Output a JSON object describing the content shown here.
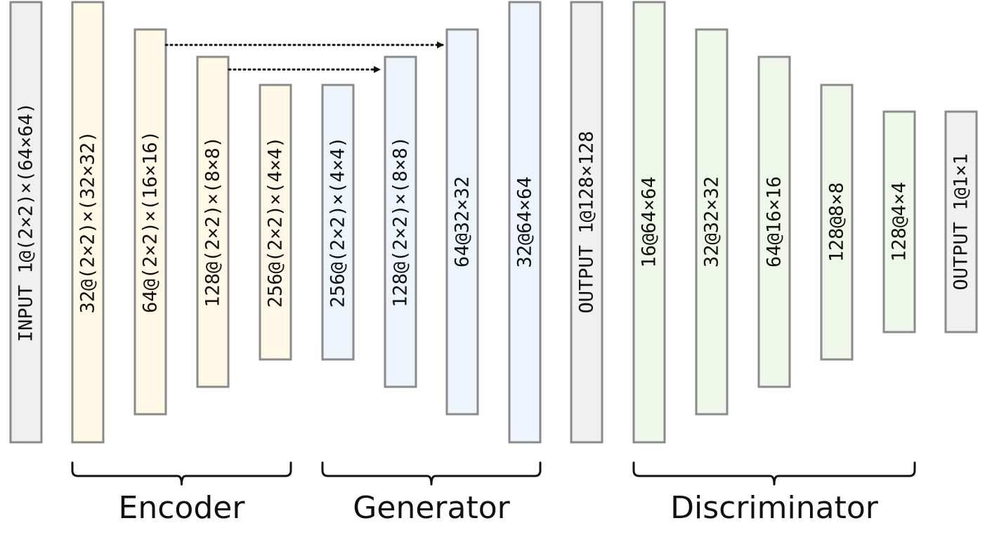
{
  "layers": [
    {
      "label": "INPUT 1@(2×2)×(64×64)",
      "color": "#f0f0f0"
    },
    {
      "label": "32@(2×2)×(32×32)",
      "color": "#fff8e6"
    },
    {
      "label": "64@(2×2)×(16×16)",
      "color": "#fff8e6"
    },
    {
      "label": "128@(2×2)×(8×8)",
      "color": "#fff8e6"
    },
    {
      "label": "256@(2×2)×(4×4)",
      "color": "#fff8e6"
    },
    {
      "label": "256@(2×2)×(4×4)",
      "color": "#eef4fb"
    },
    {
      "label": "128@(2×2)×(8×8)",
      "color": "#eef4fb"
    },
    {
      "label": "64@32×32",
      "color": "#eef4fb"
    },
    {
      "label": "32@64×64",
      "color": "#eef4fb"
    },
    {
      "label": "OUTPUT 1@128×128",
      "color": "#f0f0f0"
    },
    {
      "label": "16@64×64",
      "color": "#eef7ea"
    },
    {
      "label": "32@32×32",
      "color": "#eef7ea"
    },
    {
      "label": "64@16×16",
      "color": "#eef7ea"
    },
    {
      "label": "128@8×8",
      "color": "#eef7ea"
    },
    {
      "label": "128@4×4",
      "color": "#eef7ea"
    },
    {
      "label": "OUTPUT 1@1×1",
      "color": "#f0f0f0"
    }
  ],
  "groups": [
    {
      "label": "Encoder"
    },
    {
      "label": "Generator"
    },
    {
      "label": "Discriminator"
    }
  ]
}
